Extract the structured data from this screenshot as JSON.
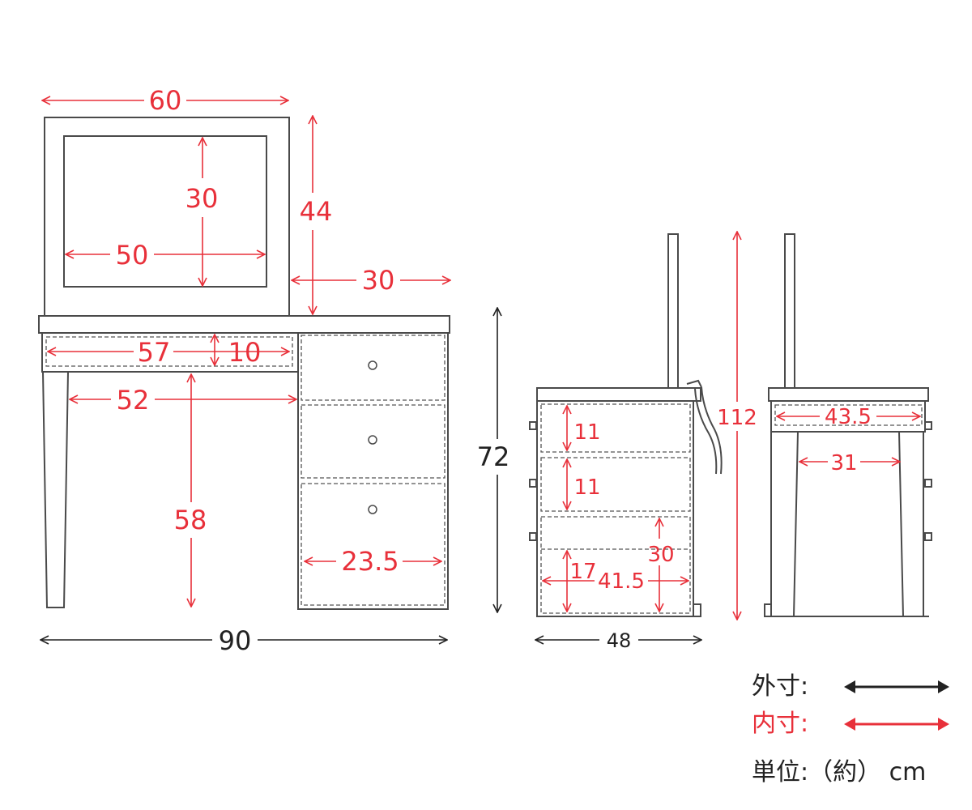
{
  "diagram": {
    "front": {
      "mirror_width": "60",
      "mirror_inner_height": "30",
      "mirror_inner_width": "50",
      "mirror_height": "44",
      "depth_top": "30",
      "drawer_width": "57",
      "drawer_height": "10",
      "knee_width": "52",
      "knee_height": "58",
      "right_drawer_width": "23.5",
      "total_height": "72",
      "total_width": "90"
    },
    "side": {
      "drawer1_height": "11",
      "drawer2_height": "11",
      "drawer3_height": "30",
      "drawer3_inner": "17",
      "drawer_depth": "41.5",
      "depth": "48",
      "mirror_total_height": "112"
    },
    "back": {
      "drawer_width": "43.5",
      "leg_gap": "31"
    }
  },
  "legend": {
    "outer_label": "外寸:",
    "inner_label": "内寸:",
    "unit_label": "単位:（約） cm",
    "outer_color": "#222222",
    "inner_color": "#e8303a"
  }
}
